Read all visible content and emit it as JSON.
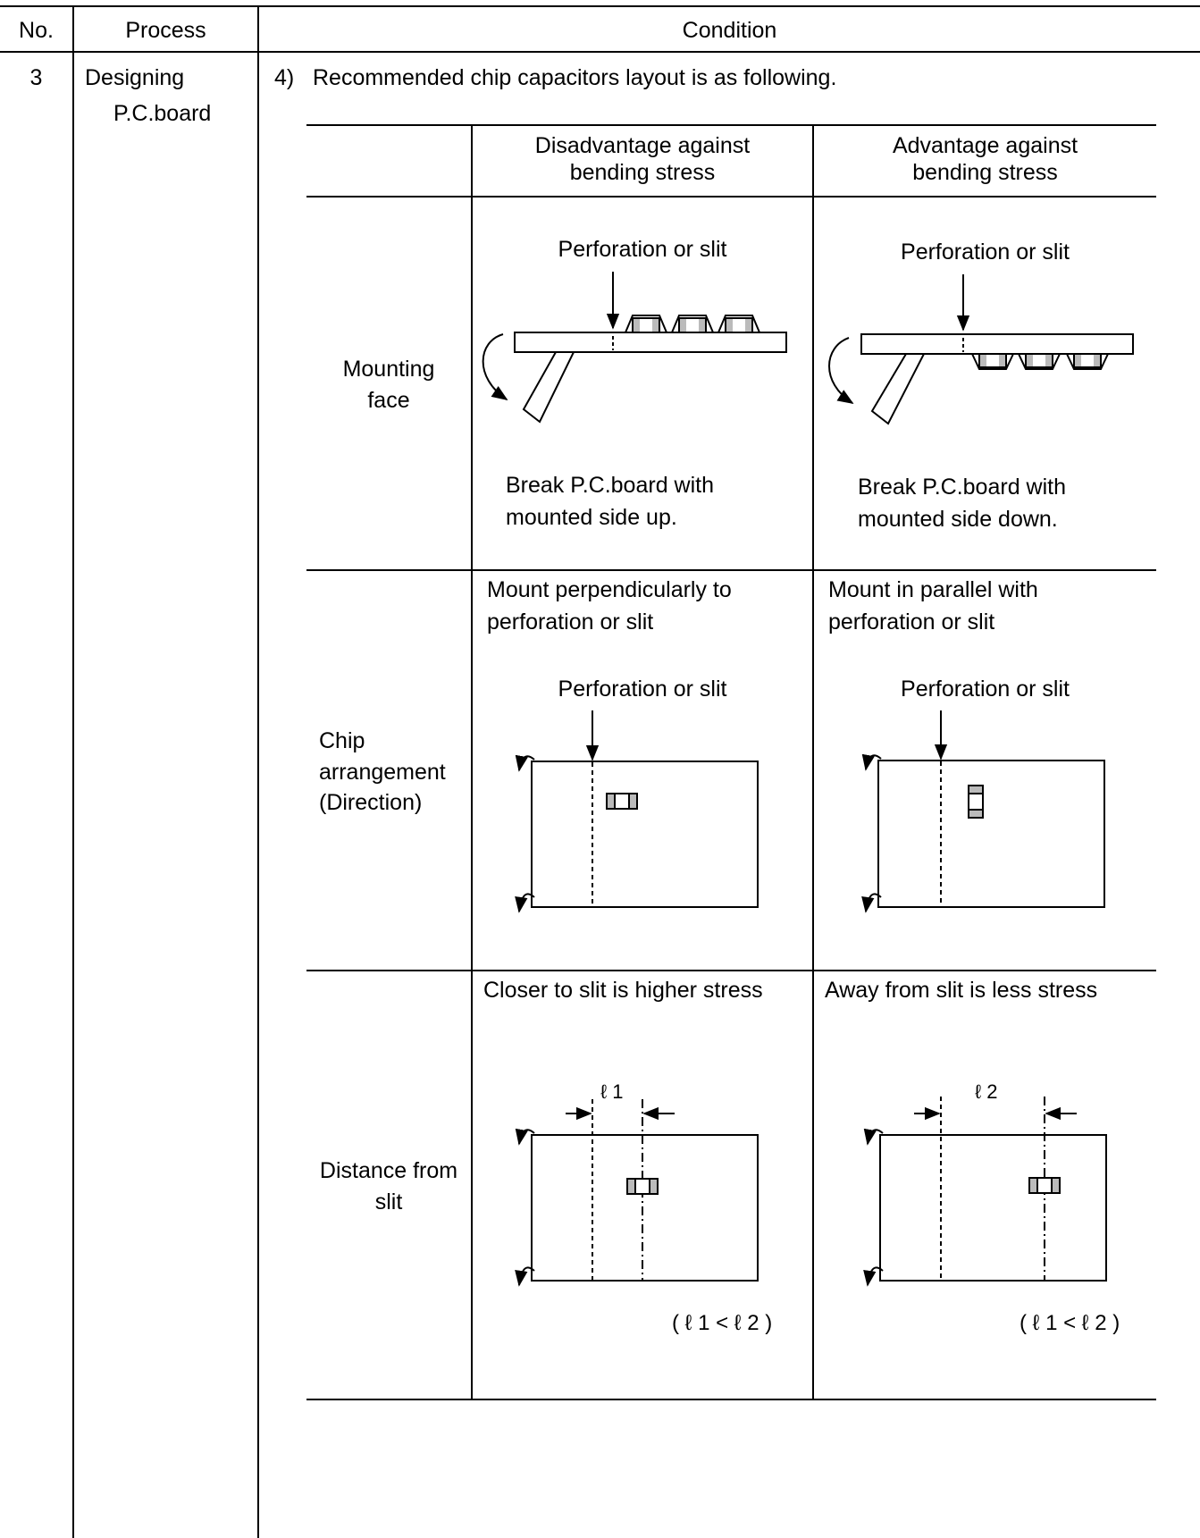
{
  "table": {
    "headers": {
      "no": "No.",
      "process": "Process",
      "condition": "Condition"
    },
    "row": {
      "no": "3",
      "process_line1": "Designing",
      "process_line2": "P.C.board",
      "item_number": "4)",
      "item_text": "Recommended chip capacitors layout is as following."
    }
  },
  "layout_table": {
    "col_disadvantage": {
      "line1": "Disadvantage against",
      "line2": "bending stress"
    },
    "col_advantage": {
      "line1": "Advantage against",
      "line2": "bending stress"
    },
    "rows": [
      {
        "label_line1": "Mounting",
        "label_line2": "face",
        "disadvantage": {
          "slit_label": "Perforation or slit",
          "caption_line1": "Break P.C.board with",
          "caption_line2": "mounted side up."
        },
        "advantage": {
          "slit_label": "Perforation or slit",
          "caption_line1": "Break P.C.board with",
          "caption_line2": "mounted side down."
        }
      },
      {
        "label_line1": "Chip",
        "label_line2": "arrangement",
        "label_line3": "(Direction)",
        "disadvantage": {
          "heading_line1": "Mount perpendicularly to",
          "heading_line2": "perforation or slit",
          "slit_label": "Perforation or slit"
        },
        "advantage": {
          "heading_line1": "Mount in parallel with",
          "heading_line2": "perforation or slit",
          "slit_label": "Perforation or slit"
        }
      },
      {
        "label_line1": "Distance from",
        "label_line2": "slit",
        "disadvantage": {
          "heading": "Closer to slit is higher stress",
          "dimension_label": "ℓ 1",
          "relation": "( ℓ 1 < ℓ 2 )"
        },
        "advantage": {
          "heading": "Away from slit is less stress",
          "dimension_label": "ℓ 2",
          "relation": "( ℓ 1 < ℓ 2 )"
        }
      }
    ]
  }
}
